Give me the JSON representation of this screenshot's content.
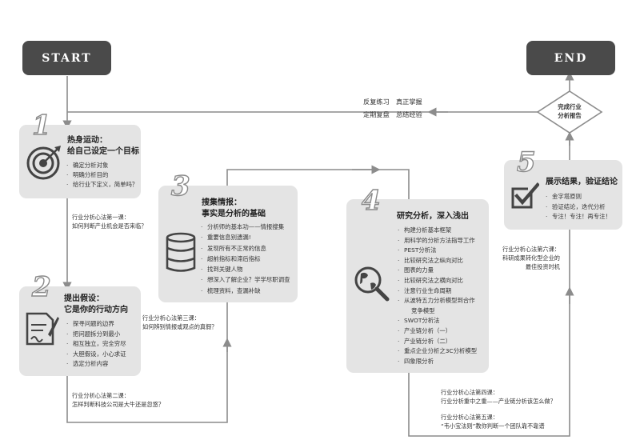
{
  "terminals": {
    "start": "START",
    "end": "END"
  },
  "decision": {
    "line1": "完成行业",
    "line2": "分析报告"
  },
  "loop_label": {
    "line1": "反复练习　真正掌握",
    "line2": "定期复盘　总结经验"
  },
  "steps": [
    {
      "number": "1",
      "icon": "target-icon",
      "title": [
        "热身运动：",
        "给自己设定一个目标"
      ],
      "items": [
        "确定分析对象",
        "明确分析目的",
        "给行业下定义，简单吗？"
      ]
    },
    {
      "number": "2",
      "icon": "document-edit-icon",
      "title": [
        "提出假设：",
        "它是你的行动方向"
      ],
      "items": [
        "探寻问题的边界",
        "把问题拆分到最小",
        "相互独立，完全穷尽",
        "大胆假设，小心求证",
        "选定分析内容"
      ]
    },
    {
      "number": "3",
      "icon": "database-icon",
      "title": [
        "搜集情报：",
        "事实是分析的基础"
      ],
      "items": [
        "分析师的基本功——情报搜集",
        "重要信息别遗漏!",
        "发现所有不正常的信息",
        "超前指标和滞后指标",
        "找到关键人物",
        "想深入了解企业？学学尽职调查",
        "梳理资料，查漏补缺"
      ]
    },
    {
      "number": "4",
      "icon": "globe-search-icon",
      "title": [
        "研究分析，深入浅出"
      ],
      "items": [
        "构建分析基本框架",
        "用科学的分析方法指导工作",
        "PEST分析法",
        "比较研究法之纵向对比",
        "图表的力量",
        "比较研究法之横向对比",
        "注意行业生命周期",
        "从波特五力分析模型到合作",
        "竞争模型",
        "SWOT分析法",
        "产业链分析（一）",
        "产业链分析（二）",
        "重点企业分析之3C分析模型",
        "四象限分析"
      ]
    },
    {
      "number": "5",
      "icon": "checkbox-icon",
      "title": [
        "展示结果，验证结论"
      ],
      "items": [
        "金字塔原则",
        "验证结论，迭代分析",
        "专注！专注！再专注！"
      ]
    }
  ],
  "lessons": {
    "l1": [
      "行业分析心法第一课：",
      "如何判断产业机会是否来临？"
    ],
    "l2": [
      "行业分析心法第二课：",
      "怎样判断科技公司是大牛还是忽悠？"
    ],
    "l3": [
      "行业分析心法第三课：",
      "如何辨别情报或观点的真假？"
    ],
    "l4": [
      "行业分析心法第四课：",
      "行业分析重中之重——产业链分析该怎么做？"
    ],
    "l5": [
      "行业分析心法第五课：",
      "“韦小宝法则”教你判断一个团队靠不靠谱"
    ],
    "l6": [
      "行业分析心法第六课：",
      "科研成果转化型企业的",
      "最佳投资时机"
    ]
  },
  "colors": {
    "card": "#e4e4e4",
    "terminal": "#4a4a4a",
    "line": "#8c8c8c",
    "icon": "#444444"
  }
}
